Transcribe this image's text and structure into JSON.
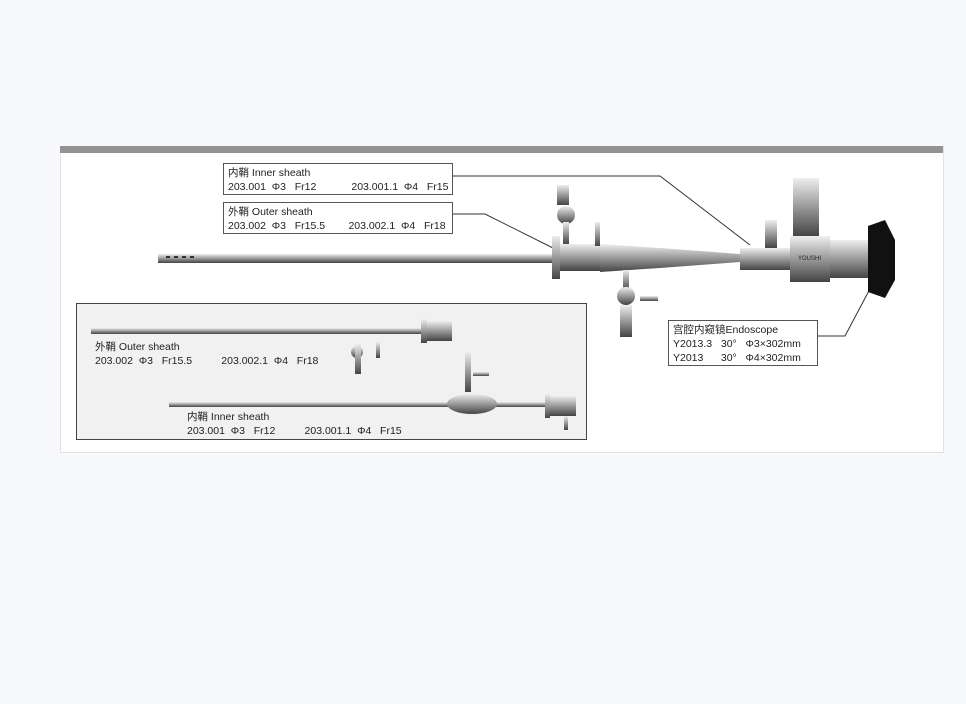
{
  "callouts": {
    "inner_sheath": {
      "title": "内鞘 Inner sheath",
      "line": "203.001  Φ3   Fr12            203.001.1  Φ4   Fr15"
    },
    "outer_sheath": {
      "title": "外鞘 Outer sheath",
      "line": "203.002  Φ3   Fr15.5        203.002.1  Φ4   Fr18"
    },
    "endoscope": {
      "title": "宫腔内窥镜Endoscope",
      "lines": [
        "Y2013.3   30°   Φ3×302mm",
        "Y2013      30°   Φ4×302mm"
      ]
    }
  },
  "inset": {
    "outer_sheath": {
      "title": "外鞘 Outer sheath",
      "line": "203.002  Φ3   Fr15.5          203.002.1  Φ4   Fr18"
    },
    "inner_sheath": {
      "title": "内鞘 Inner sheath",
      "line": "203.001  Φ3   Fr12          203.001.1  Φ4   Fr15"
    }
  },
  "brand_mark": "YOUSHI"
}
